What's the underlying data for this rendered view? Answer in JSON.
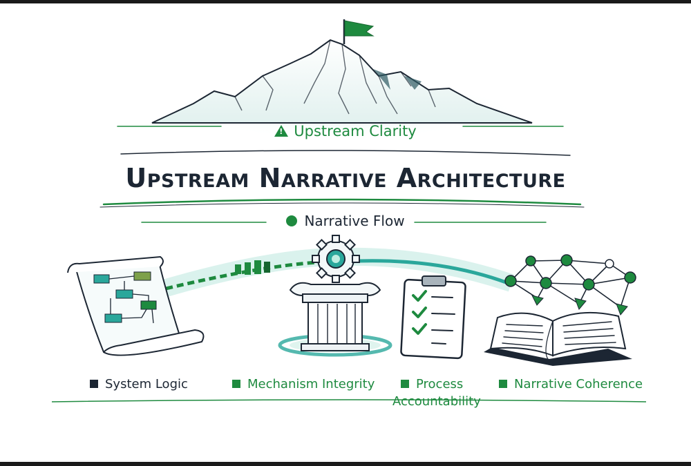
{
  "header": {
    "subtitle": "Upstream Clarity",
    "title": "Upstream Narrative Architecture",
    "flow_label": "Narrative Flow"
  },
  "pillars": [
    {
      "label": "System Logic",
      "icon": "scroll-flowchart-icon",
      "color": "#1c2633"
    },
    {
      "label": "Mechanism Integrity",
      "icon": "gear-pillar-icon",
      "color": "#1e8a3f"
    },
    {
      "label": "Process",
      "label_line2": "Accountability",
      "icon": "clipboard-checklist-icon",
      "color": "#1e8a3f"
    },
    {
      "label": "Narrative Coherence",
      "icon": "open-book-network-icon",
      "color": "#1e8a3f"
    }
  ],
  "colors": {
    "accent": "#1e8a3f",
    "dark": "#1c2633",
    "teal": "#2aa79b"
  }
}
